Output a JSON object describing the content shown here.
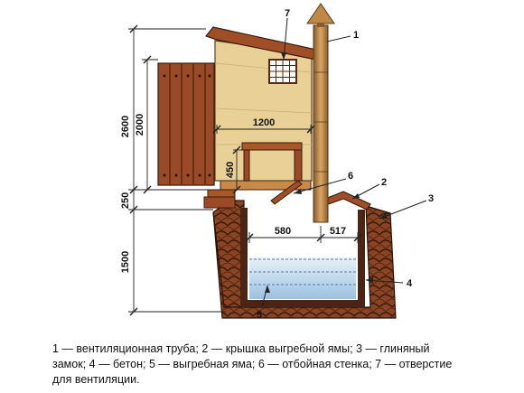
{
  "dimensions": {
    "total_height": "2600",
    "wall_height": "2000",
    "floor_to_ground": "250",
    "pit_depth": "1500",
    "width": "1200",
    "seat_height": "450",
    "pit_left": "580",
    "pit_right": "517"
  },
  "callouts": {
    "n1": "1",
    "n2": "2",
    "n3": "3",
    "n4": "4",
    "n5": "5",
    "n6": "6",
    "n7": "7"
  },
  "caption": {
    "line1": "1 — вентиляционная труба; 2 — крышка выгребной ямы; 3 — глиняный",
    "line2": "замок; 4 — бетон; 5 — выгребная яма; 6 — отбойная стенка; 7 — отверстие",
    "line3": "для вентиляции."
  },
  "colors": {
    "wall": "#e6cc8e",
    "wood": "#9a4a26",
    "clay": "#7a3a20",
    "water": "#b8d4ea",
    "pipe": "#b08040"
  }
}
